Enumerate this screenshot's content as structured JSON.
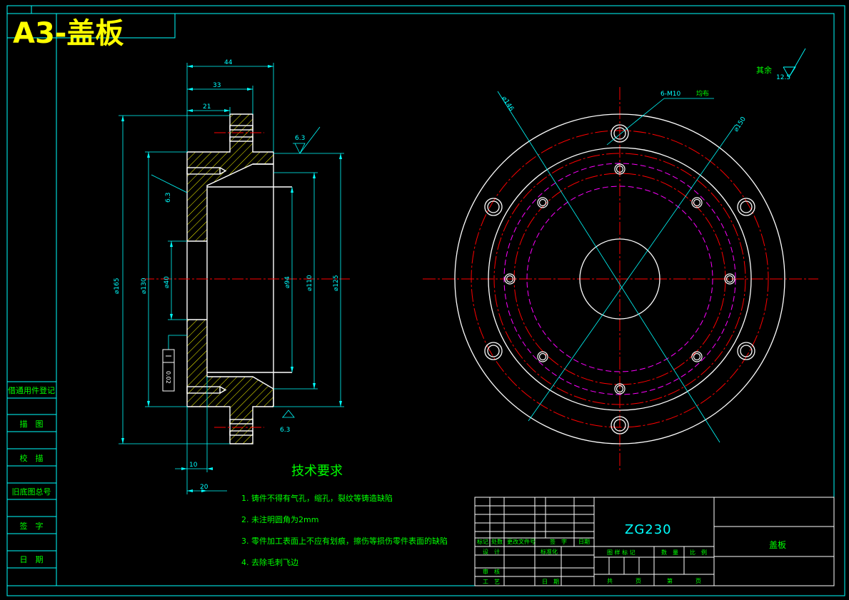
{
  "sheet_label": "A3-盖板",
  "colors": {
    "background": "#000000",
    "frame": "#00ffff",
    "outline": "#ffffff",
    "center": "#ff0000",
    "hidden": "#ff00ff",
    "dim": "#00ffff",
    "text": "#00ff00",
    "sheet_label": "#ffff00"
  },
  "side_strip": [
    "借通用件登记",
    "描　图",
    "校　描",
    "旧底图总号",
    "签　字",
    "日　期"
  ],
  "section_dims": {
    "d44": "44",
    "d33": "33",
    "d21": "21",
    "d10": "10",
    "d20": "20",
    "phi165": "⌀165",
    "phi130": "⌀130",
    "phi40": "⌀40",
    "phi94": "⌀94",
    "phi110": "⌀110",
    "phi125": "⌀125",
    "rough_top": "6.3",
    "rough_left": "6.3",
    "rough_bottom": "6.3",
    "gdt_value": "0.02"
  },
  "plan_dims": {
    "phi146": "⌀146",
    "holes": "6-M10",
    "uniform": "均布",
    "phi150": "⌀150"
  },
  "roughness_other": {
    "label": "其余",
    "value": "12.5"
  },
  "tech": {
    "title": "技术要求",
    "items": [
      "1. 铸件不得有气孔，缩孔，裂纹等铸造缺陷",
      "2. 未注明圆角为2mm",
      "3. 零件加工表面上不应有划痕，擦伤等损伤零件表面的缺陷",
      "4. 去除毛刺飞边"
    ]
  },
  "title_block": {
    "material": "ZG230",
    "part_name": "盖板",
    "rev_headers": [
      "标记",
      "处数",
      "更改文件号",
      "签　字",
      "日期"
    ],
    "design": "设　计",
    "standardize": "标准化",
    "review": "审　核",
    "process": "工　艺",
    "date": "日　期",
    "stage_mark": "图 样 标 记",
    "weight": "数　量",
    "scale": "比　例",
    "total": "共",
    "sheet": "页",
    "sheet_no": "第",
    "sheet_page": "页"
  }
}
